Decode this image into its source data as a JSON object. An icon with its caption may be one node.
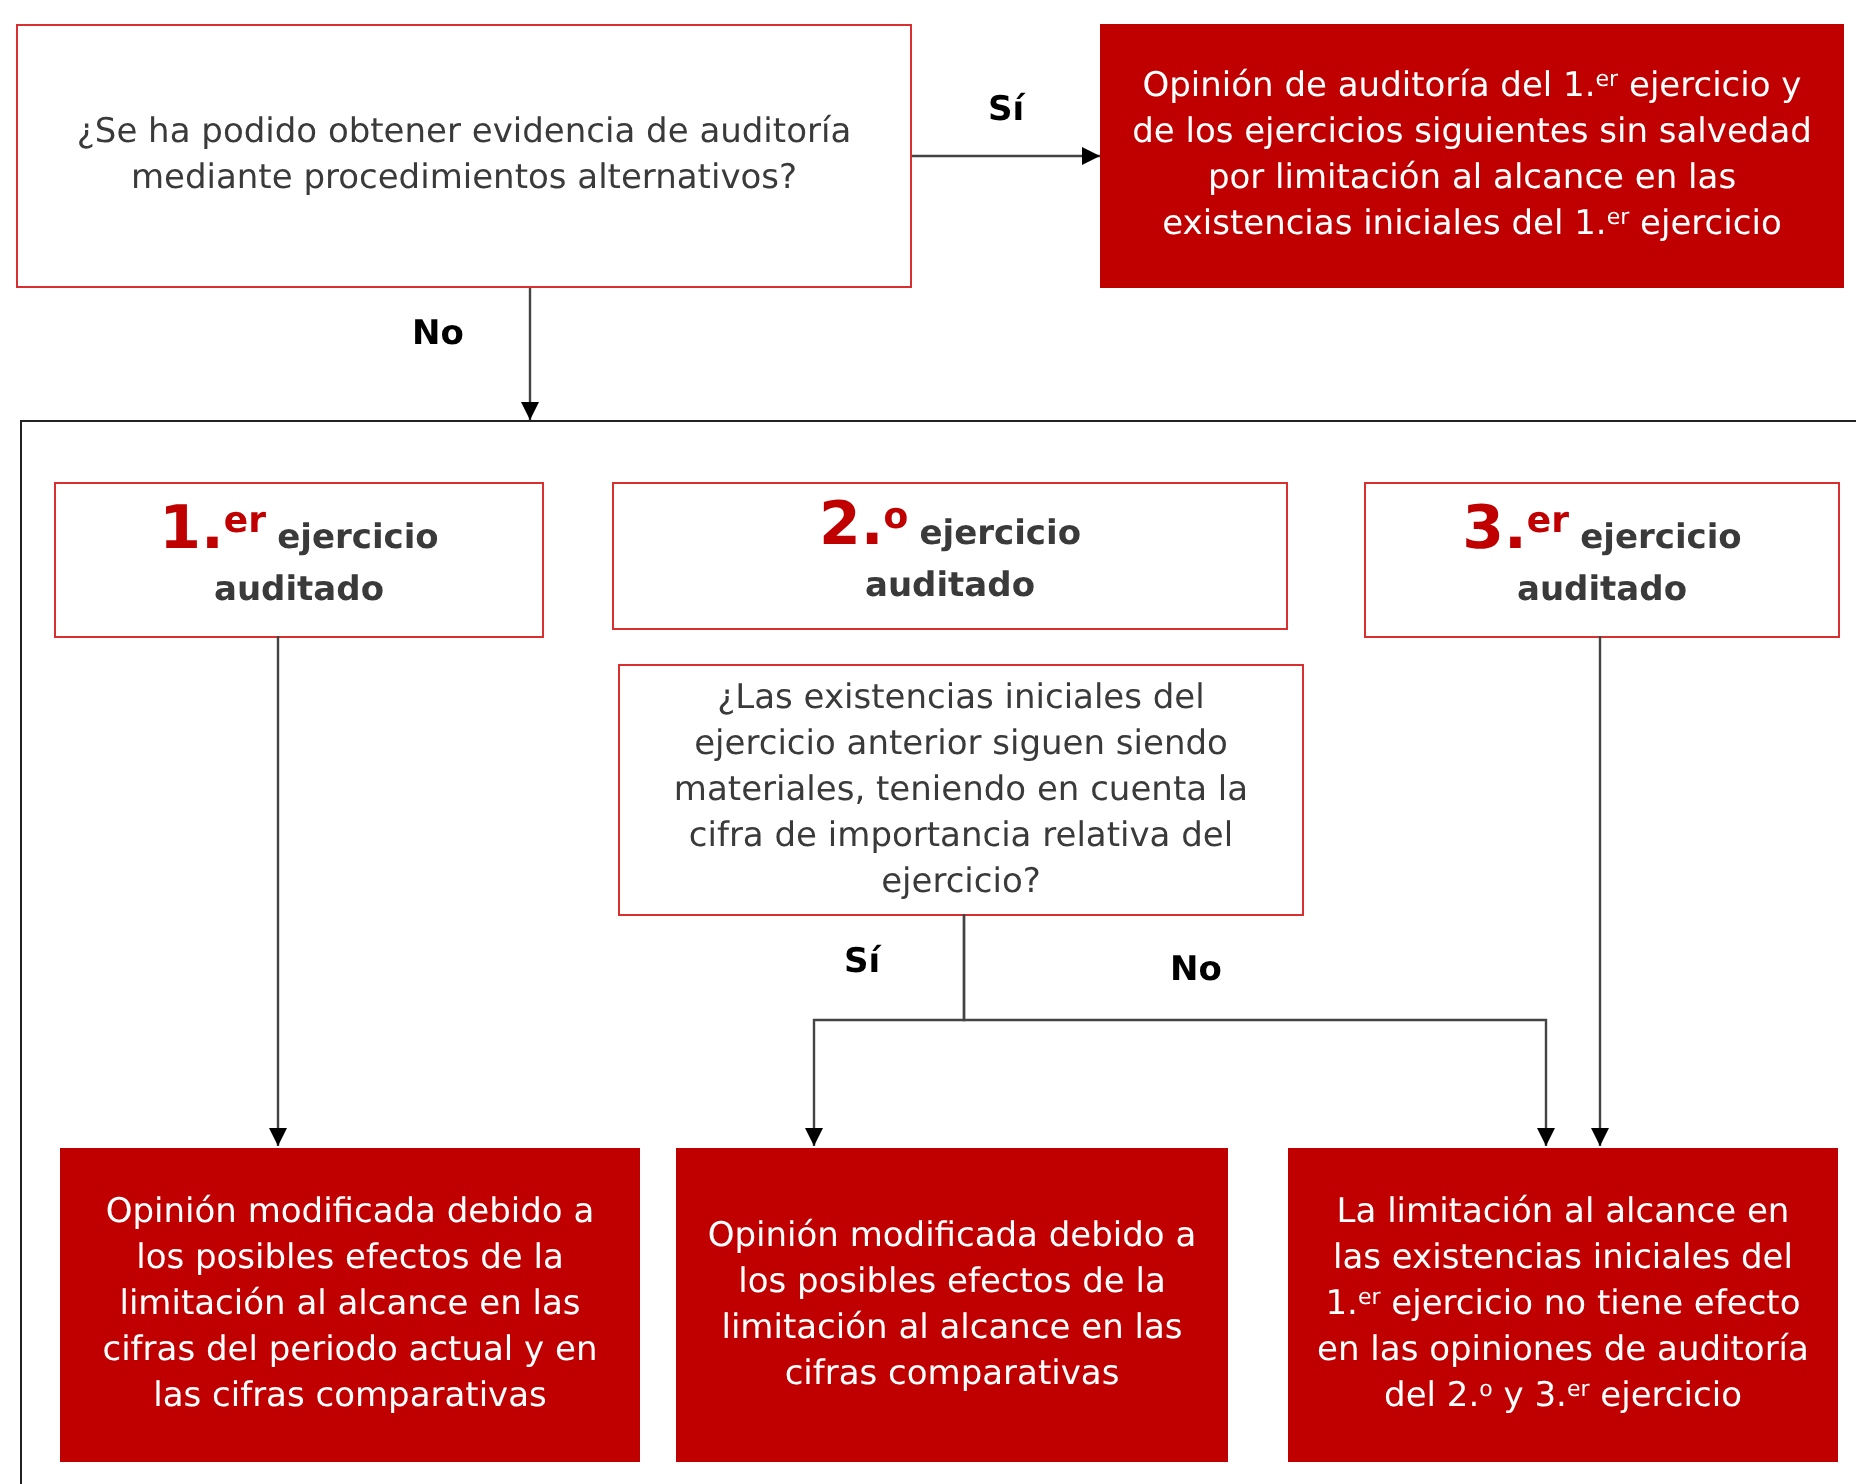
{
  "diagram": {
    "nodes": [
      {
        "text": [
          "¿Se ha podido obtener evidencia de auditoría mediante procedimientos alternativos?"
        ]
      },
      {
        "text": [
          "Opinión de auditoría del 1.$^{er}$ ejercicio y de los ejercicios siguientes sin salvedad por limitación al alcance en las existencias iniciales del 1.$^{er}$ ejercicio"
        ]
      },
      {
        "text": [],
        "shape": "box"
      },
      {
        "text": [
          "1.$^{er}$",
          "ejercicio auditado"
        ],
        "in": 2
      },
      {
        "text": [
          "2.$^{o}$",
          "ejercicio auditado"
        ],
        "in": 2
      },
      {
        "text": [
          "3.$^{er}$",
          "ejercicio auditado"
        ],
        "in": 2
      },
      {
        "text": [
          "¿Las existencias iniciales del ejercicio anterior siguen siendo materiales, teniendo en cuenta la cifra de importancia relativa del ejercicio?"
        ],
        "in": 2
      },
      {
        "text": [
          "Opinión modificada debido a los posibles efectos de la limitación al alcance en las cifras del periodo actual y en las cifras comparativas"
        ],
        "in": 2
      },
      {
        "text": [
          "Opinión modificada debido a los posibles efectos de la limitación al alcance en las cifras comparativas"
        ],
        "in": 2
      },
      {
        "text": [
          "La limitación al alcance en las existencias iniciales del 1.$^{er}$ ejercicio no tiene efecto en las opiniones de auditoría del 2.$^{o}$ y 3.$^{er}$ ejercicio"
        ],
        "in": 2
      }
    ],
    "edges": [
      {
        "from": 0,
        "to": 1,
        "arrow": "to",
        "label": "Sí"
      },
      {
        "from": 0,
        "to": 2,
        "arrow": "to",
        "label": "No"
      },
      {
        "from": 3,
        "to": 7,
        "arrow": "to"
      },
      {
        "from": 6,
        "to": 8,
        "arrow": "to",
        "label": "Sí"
      },
      {
        "from": 6,
        "to": 9,
        "arrow": "to",
        "label": "No"
      },
      {
        "from": 5,
        "to": 9,
        "arrow": "to"
      }
    ]
  }
}
